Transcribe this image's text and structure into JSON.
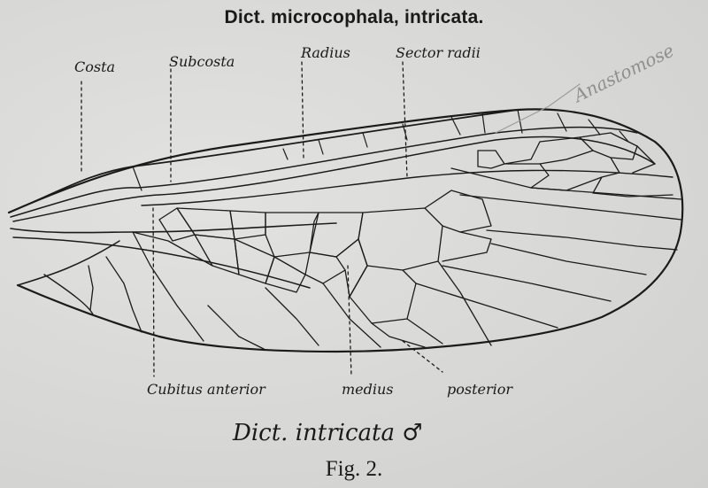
{
  "figure": {
    "title": "Dict. microcophala, intricata.",
    "caption": "Dict. intricata ♂",
    "figure_number": "Fig. 2.",
    "margin_note": "Anastomose"
  },
  "vein_labels": {
    "costa": "Costa",
    "subcosta": "Subcosta",
    "radius": "Radius",
    "sector_radii": "Sector radii",
    "cubitus_anterior": "Cubitus anterior",
    "medius": "medius",
    "posterior": "posterior"
  }
}
